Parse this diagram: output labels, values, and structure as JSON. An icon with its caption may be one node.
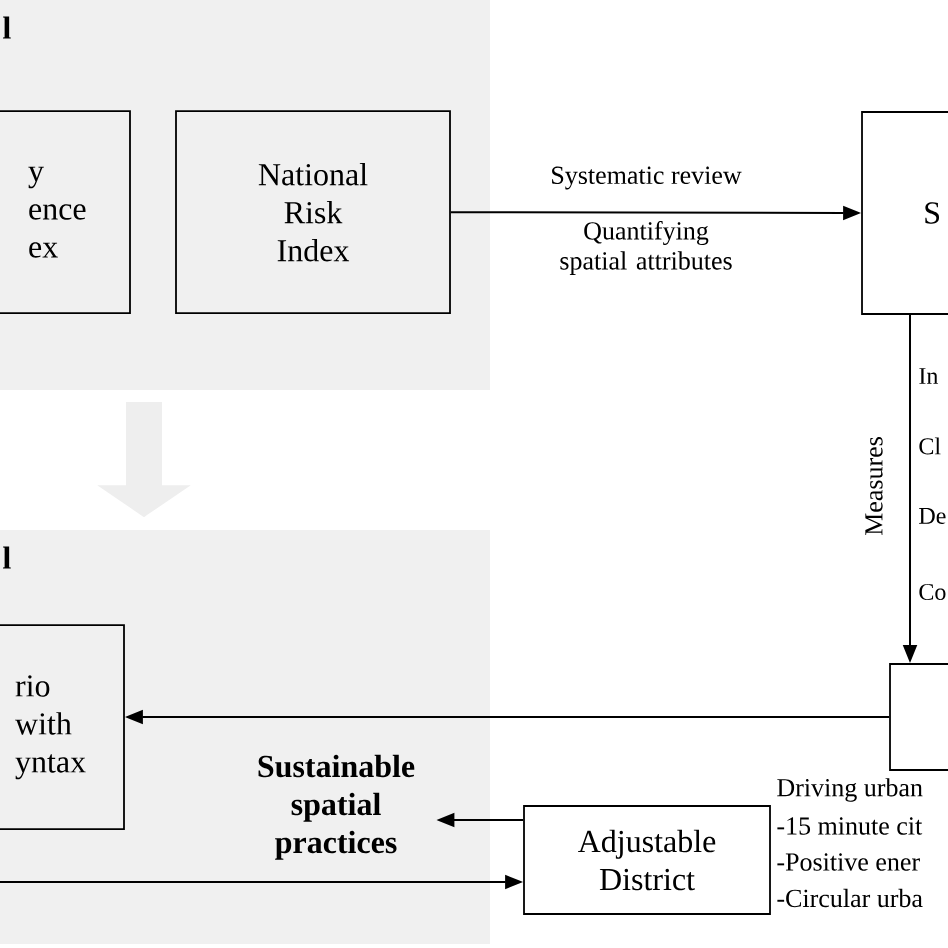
{
  "diagram": {
    "nodes": [
      {
        "text": [
          "l"
        ]
      },
      {
        "text": [
          "y ence ex"
        ],
        "in": 0
      },
      {
        "text": [
          "National Risk Index"
        ],
        "in": 0
      },
      {
        "text": [
          "S"
        ]
      },
      {
        "text": [
          "l"
        ]
      },
      {
        "text": [
          "rio with yntax"
        ],
        "in": 4
      },
      {
        "text": [
          "Sustainable spatial practices"
        ],
        "in": 4
      },
      {
        "text": [
          "Adjustable District"
        ]
      },
      {
        "text": [],
        "shape": "box"
      }
    ],
    "edges": [
      {
        "from": 2,
        "to": 3,
        "arrow": "to",
        "label": "Systematic review"
      },
      {
        "from": 3,
        "to": 8,
        "arrow": "to",
        "label": "Measures"
      },
      {
        "from": 0,
        "to": 4,
        "arrow": "to",
        "style": "thick",
        "color": "#eeeeee"
      },
      {
        "from": 8,
        "to": 5,
        "arrow": "to"
      },
      {
        "from": 7,
        "to": 6,
        "arrow": "to"
      },
      {
        "from": 4,
        "to": 7,
        "arrow": "to"
      }
    ],
    "labels": [
      "Quantifying spatial attributes",
      "In",
      "Cl",
      "De",
      "Co",
      "Driving urban",
      "-15 minute cit",
      "-Positive ener",
      "-Circular urba"
    ]
  }
}
